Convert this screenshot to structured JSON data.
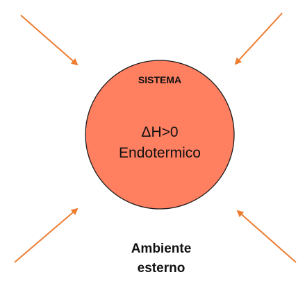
{
  "diagram": {
    "system": {
      "label": "SISTEMA",
      "enthalpy": "ΔH>0",
      "type": "Endotermico",
      "fill_color": "#FF7F61",
      "stroke_color": "#1a1a1a"
    },
    "environment": {
      "line1": "Ambiente",
      "line2": "esterno"
    },
    "arrows": {
      "color": "#ED7D31",
      "direction": "inward",
      "items": [
        {
          "id": "top-left"
        },
        {
          "id": "top-right"
        },
        {
          "id": "bottom-left"
        },
        {
          "id": "bottom-right"
        }
      ]
    }
  }
}
